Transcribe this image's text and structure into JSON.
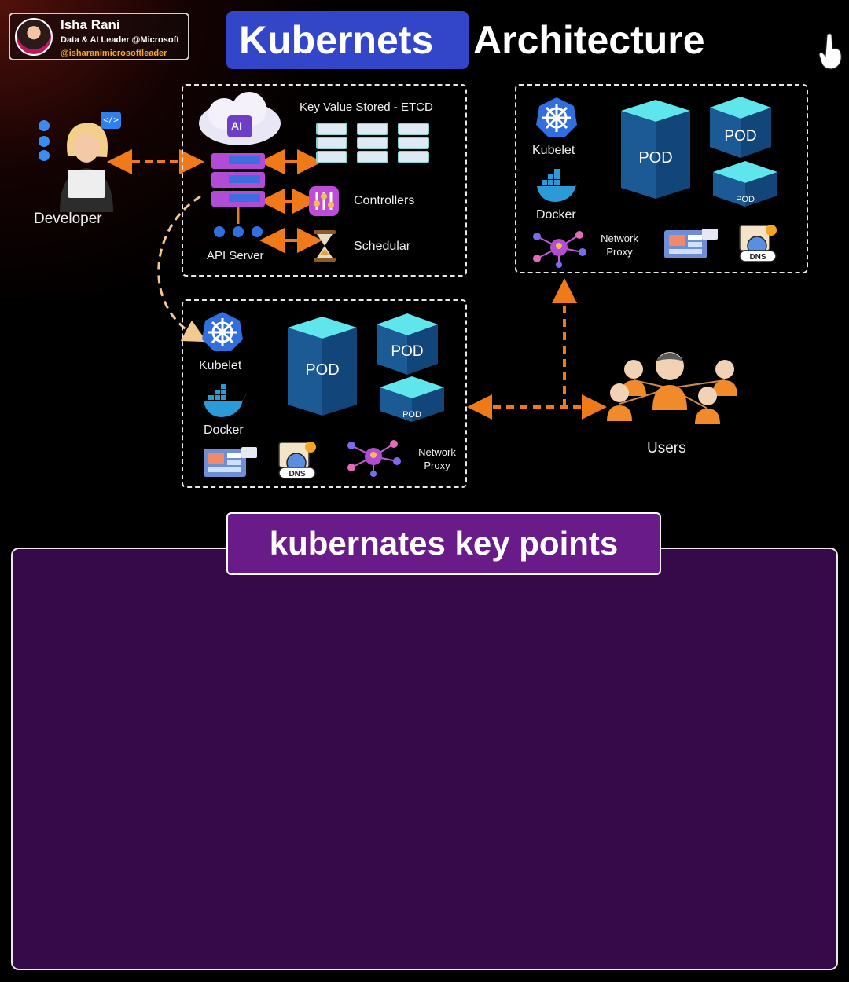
{
  "author": {
    "name": "Isha Rani",
    "role": "Data & AI Leader @Microsoft",
    "handle": "@isharanimicrosoftleader"
  },
  "title": {
    "highlight": "Kubernets",
    "rest": "Architecture"
  },
  "developer": {
    "label": "Developer",
    "badge": "</>"
  },
  "control_plane": {
    "api_server": "API Server",
    "ai_badge": "AI",
    "etcd": "Key Value Stored - ETCD",
    "controllers": "Controllers",
    "scheduler": "Schedular"
  },
  "node_top": {
    "kubelet": "Kubelet",
    "docker": "Docker",
    "network_proxy": "Network\nProxy",
    "pod_large": "POD",
    "pod_medium": "POD",
    "pod_small": "POD",
    "dns": "DNS"
  },
  "node_bottom": {
    "kubelet": "Kubelet",
    "docker": "Docker",
    "network_proxy": "Network\nProxy",
    "pod_large": "POD",
    "pod_medium": "POD",
    "pod_small": "POD",
    "dns": "DNS"
  },
  "users": {
    "label": "Users"
  },
  "key_points": {
    "title": "kubernates key points"
  },
  "colors": {
    "title_bg": "#3346c9",
    "arrow": "#f07a1a",
    "pod_top": "#5ee6ec",
    "pod_side": "#12457a",
    "key_panel": "#360a48",
    "key_title_bg": "#6a1b8a",
    "k8s_blue": "#2f6fe0",
    "handle": "#f5a623"
  }
}
